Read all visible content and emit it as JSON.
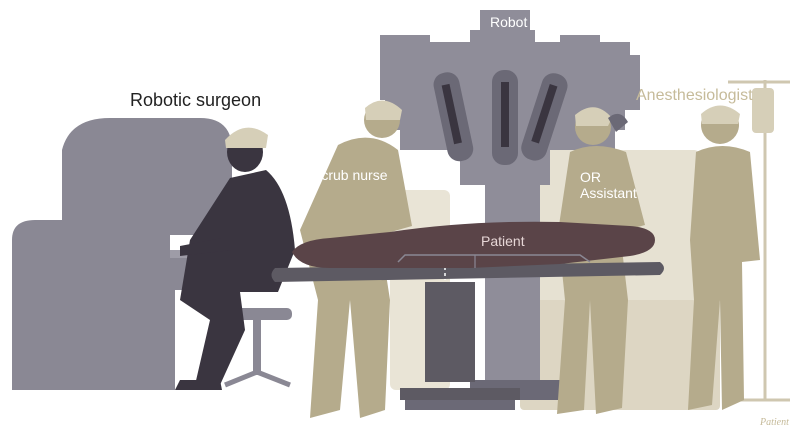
{
  "labels": {
    "robot": "Robot",
    "robotic_surgeon": "Robotic surgeon",
    "scrub_nurse": "Scrub nurse",
    "or_assistant_line1": "OR",
    "or_assistant_line2": "Assistant",
    "anesthesiologist": "Anesthesiologist",
    "patient": "Patient",
    "signature": "Patient"
  },
  "colors": {
    "console": "#8a8894",
    "robot": "#8f8d99",
    "robot_arm": "#6b6976",
    "surgeon": "#3a3540",
    "staff": "#b5ab8c",
    "staff_light": "#d6cfb8",
    "equipment": "#e6e1d2",
    "patient": "#5a4448",
    "table": "#5d5a63",
    "outline": "#ffffff"
  },
  "icons": [
    "iv-pole",
    "stool",
    "operating-table",
    "surgeon-console"
  ]
}
